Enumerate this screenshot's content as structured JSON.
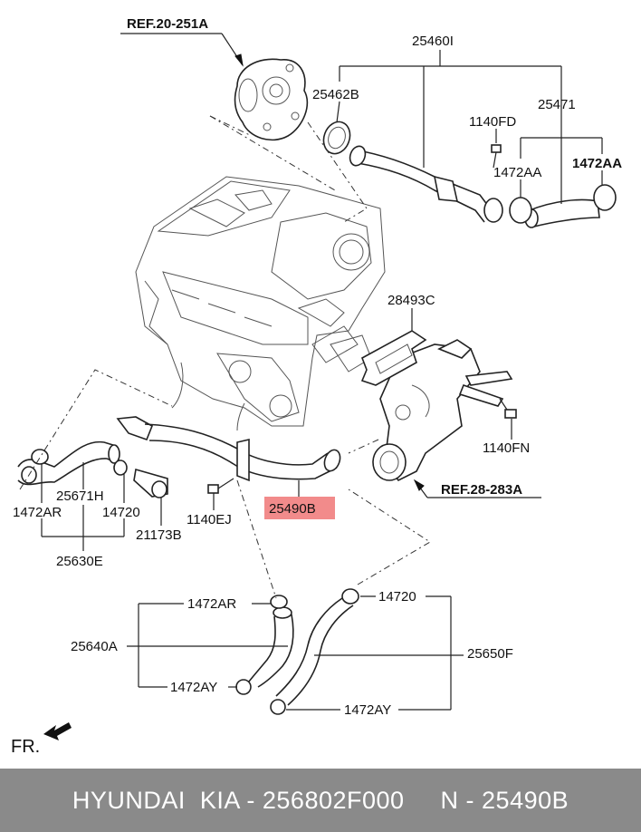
{
  "labels": {
    "ref_20": "REF.20-251A",
    "p25460": "25460I",
    "p25462b": "25462B",
    "p25471": "25471",
    "p1140fd": "1140FD",
    "p1472aa_1": "1472AA",
    "p1472aa_2": "1472AA",
    "p28493c": "28493C",
    "p1140fn": "1140FN",
    "ref_28": "REF.28-283A",
    "p25490b": "25490B",
    "p1140ej": "1140EJ",
    "p21173b": "21173B",
    "p14720_left": "14720",
    "p25671h": "25671H",
    "p1472ar_left": "1472AR",
    "p25630e": "25630E",
    "p1472ar_bottom": "1472AR",
    "p14720_bottom": "14720",
    "p25640a": "25640A",
    "p25650f": "25650F",
    "p1472ay_left": "1472AY",
    "p1472ay_right": "1472AY",
    "fr": "FR."
  },
  "highlight_color": "#f28b8b",
  "footer": {
    "text": "HYUNDAI  KIA - 256802F000     N - 25490B",
    "background": "#8a8a8a"
  }
}
